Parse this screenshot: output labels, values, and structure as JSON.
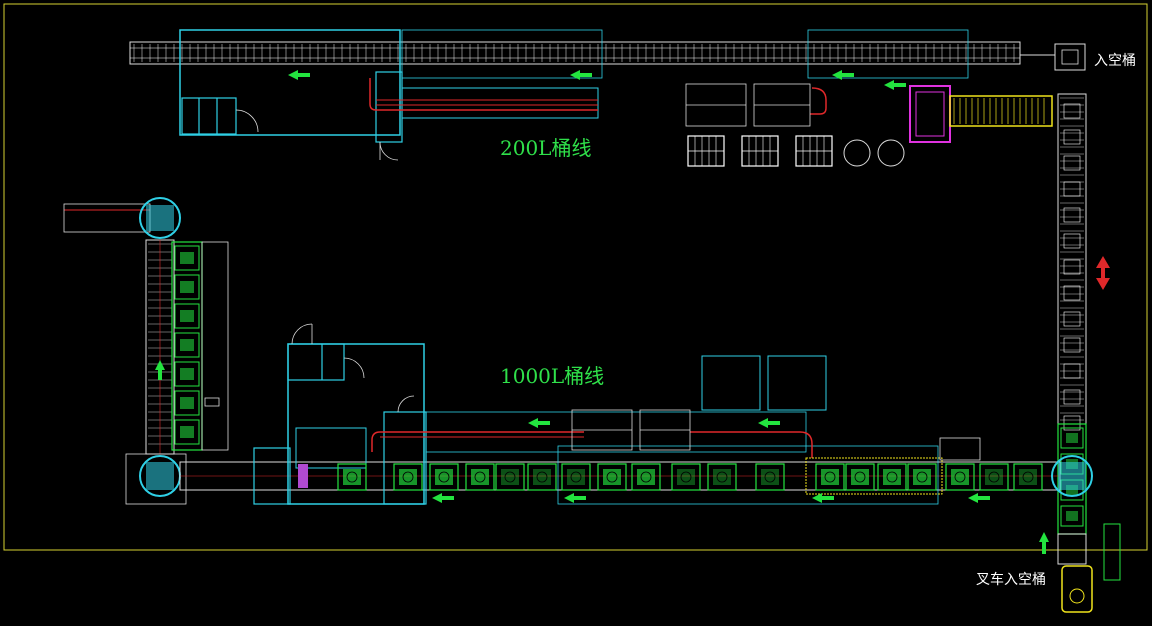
{
  "labels": {
    "line_200l": "200L桶线",
    "line_1000l": "1000L桶线",
    "empty_in": "入空桶",
    "forklift_empty_in": "叉车入空桶"
  },
  "colors": {
    "frame": "#d6d232",
    "cyan": "#2fd0e6",
    "green": "#23e43f",
    "red": "#e0282a",
    "magenta": "#e032e0",
    "yellow": "#f0e41c",
    "white": "#ffffff",
    "gray": "#9a9a9a"
  },
  "icons": {
    "flow_arrow": "arrow-left-icon",
    "bidirectional": "double-arrow-vertical-icon"
  }
}
